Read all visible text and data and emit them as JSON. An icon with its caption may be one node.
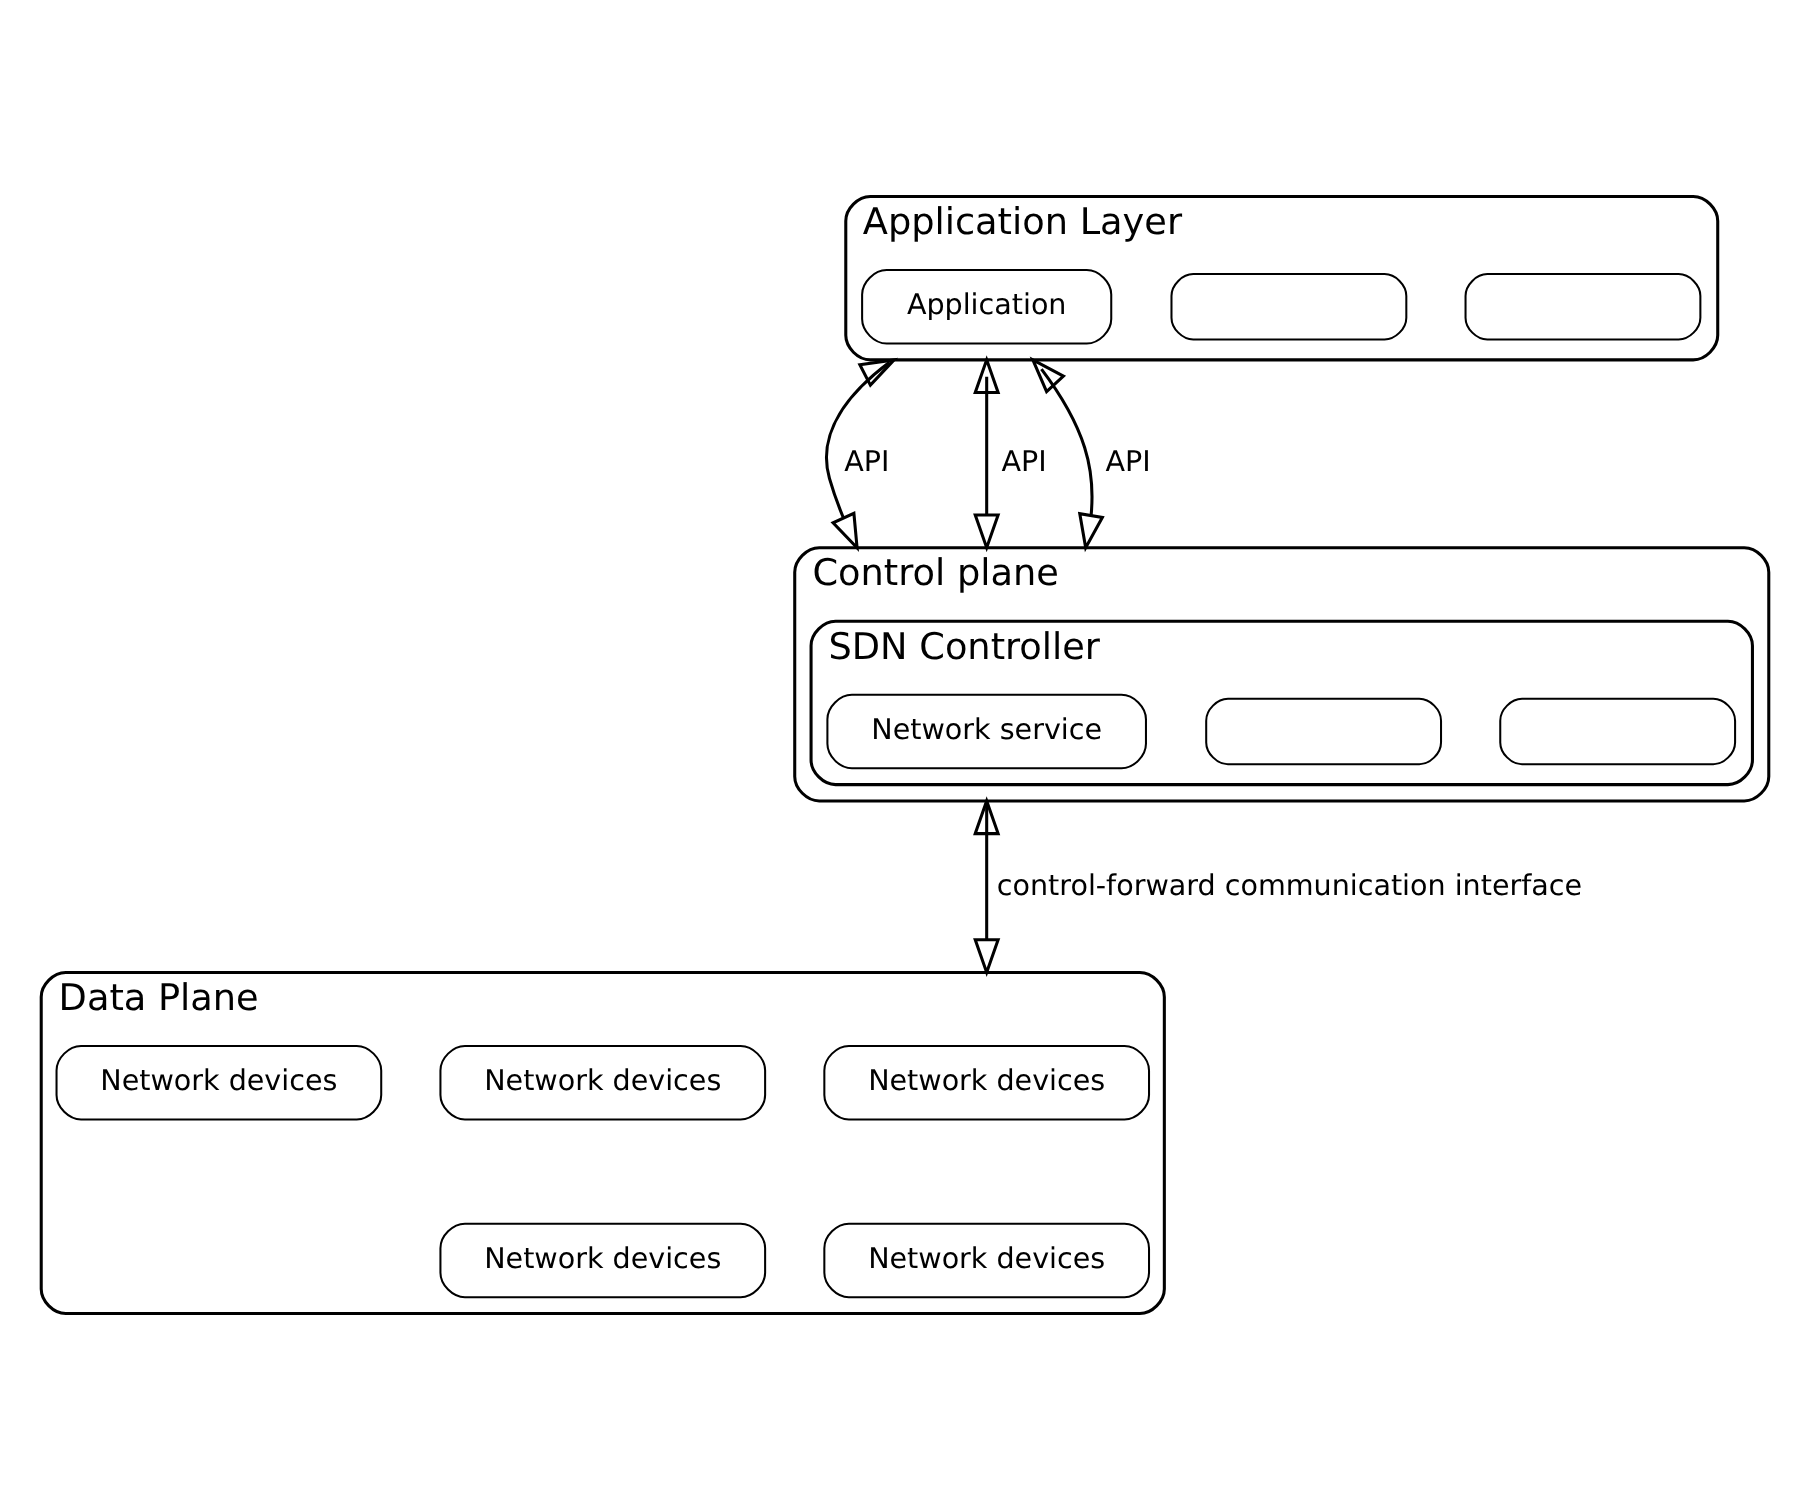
{
  "diagram": {
    "nodes": [
      {
        "text": [
          "Application Layer"
        ]
      },
      {
        "text": [],
        "shape": "box",
        "in": 0
      },
      {
        "text": [],
        "shape": "box",
        "in": 0
      },
      {
        "text": [
          "Application"
        ],
        "in": 0
      },
      {
        "text": [
          "Control plane"
        ]
      },
      {
        "text": [
          "SDN Controller"
        ],
        "in": 4
      },
      {
        "text": [],
        "shape": "box",
        "in": 5
      },
      {
        "text": [],
        "shape": "box",
        "in": 5
      },
      {
        "text": [
          "Network service"
        ],
        "in": 5
      },
      {
        "text": [
          "Data Plane"
        ]
      },
      {
        "text": [
          "Network devices"
        ],
        "in": 9
      },
      {
        "text": [
          "Network devices"
        ],
        "in": 9
      },
      {
        "text": [
          "Network devices"
        ],
        "in": 9
      },
      {
        "text": [
          "Network devices"
        ],
        "in": 9
      },
      {
        "text": [
          "Network devices"
        ],
        "in": 9
      }
    ],
    "edges": [
      {
        "from": 0,
        "to": 4,
        "arrow": "both",
        "label": "API"
      },
      {
        "from": 0,
        "to": 4,
        "arrow": "both",
        "label": "API"
      },
      {
        "from": 0,
        "to": 4,
        "arrow": "both",
        "label": "API"
      },
      {
        "from": 4,
        "to": 9,
        "arrow": "both",
        "label": "control-forward communication interface"
      }
    ]
  }
}
